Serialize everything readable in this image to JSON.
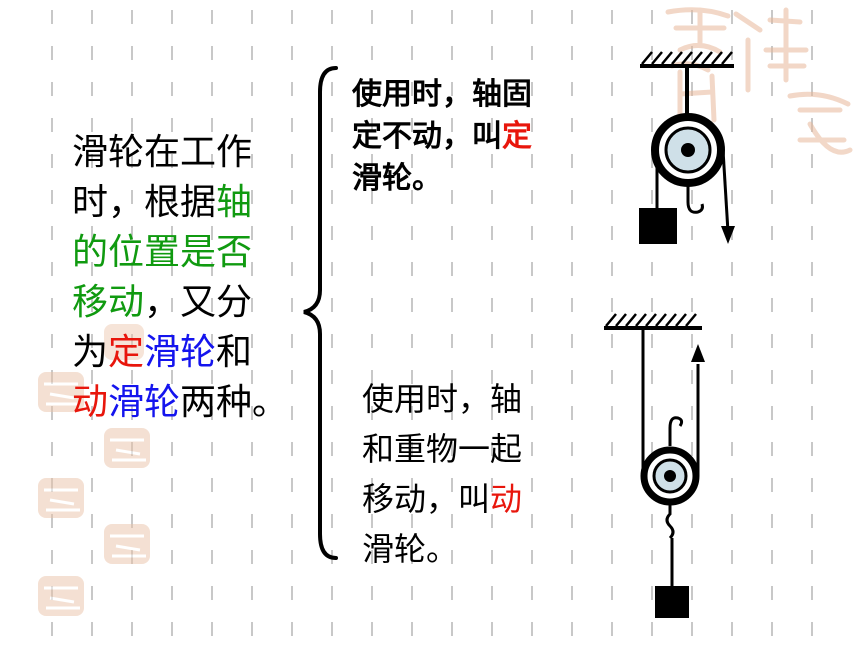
{
  "main_text": {
    "line1": "滑轮在工作",
    "line2a": "时，根据",
    "line2b": "轴",
    "line3": "的位置是否",
    "line4a": "移动",
    "line4b": "，又分",
    "line5a": "为",
    "line5b": "定",
    "line5c": "滑轮",
    "line5d": "和",
    "line6a": "动",
    "line6b": "滑轮",
    "line6c": "两种。"
  },
  "fixed_pulley_text": {
    "line1": "使用时，轴固",
    "line2a": "定不动，叫",
    "line2b": "定",
    "line3": "滑轮。"
  },
  "movable_pulley_text": {
    "line1": "使用时，轴",
    "line2": "和重物一起",
    "line3a": "移动，叫",
    "line3b": "动",
    "line4": "滑轮。"
  },
  "colors": {
    "emphasis_green": "#109a10",
    "emphasis_red": "#e8160c",
    "emphasis_blue": "#1414ee",
    "seal_orange": "#e8b89a",
    "dash_gray": "#c8c8c8"
  }
}
